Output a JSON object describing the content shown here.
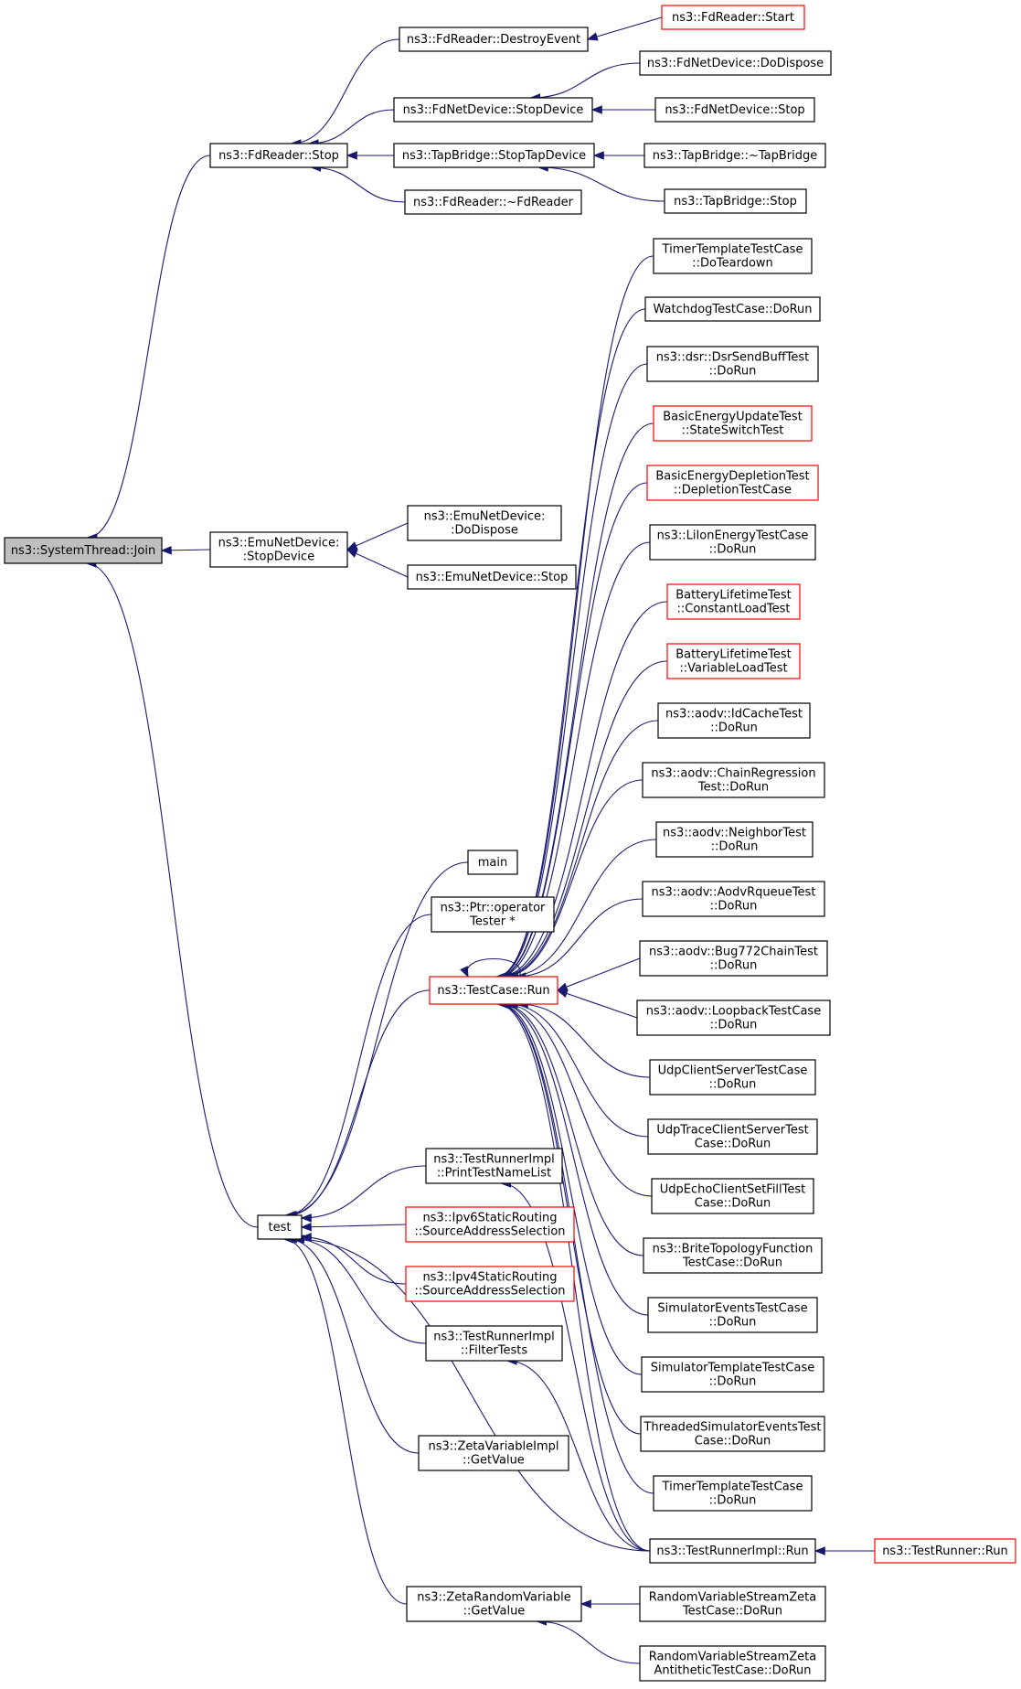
{
  "colors": {
    "edge": "#191970",
    "node_border": "#000000",
    "node_border_incomplete": "#ff0000",
    "focus_fill": "#bfbfbf",
    "node_fill": "#ffffff"
  },
  "nodes": {
    "join": {
      "lines": [
        "ns3::SystemThread::Join"
      ],
      "style": "focus"
    },
    "fdr_stop": {
      "lines": [
        "ns3::FdReader::Stop"
      ],
      "style": "normal"
    },
    "fdr_destroy": {
      "lines": [
        "ns3::FdReader::DestroyEvent"
      ],
      "style": "normal"
    },
    "fdr_start": {
      "lines": [
        "ns3::FdReader::Start"
      ],
      "style": "red"
    },
    "fdnd_stopdev": {
      "lines": [
        "ns3::FdNetDevice::StopDevice"
      ],
      "style": "normal"
    },
    "fdnd_dispose": {
      "lines": [
        "ns3::FdNetDevice::DoDispose"
      ],
      "style": "normal"
    },
    "fdnd_stop": {
      "lines": [
        "ns3::FdNetDevice::Stop"
      ],
      "style": "normal"
    },
    "tb_stopdev": {
      "lines": [
        "ns3::TapBridge::StopTapDevice"
      ],
      "style": "normal"
    },
    "tb_dtor": {
      "lines": [
        "ns3::TapBridge::~TapBridge"
      ],
      "style": "normal"
    },
    "tb_stop": {
      "lines": [
        "ns3::TapBridge::Stop"
      ],
      "style": "normal"
    },
    "fdr_dtor": {
      "lines": [
        "ns3::FdReader::~FdReader"
      ],
      "style": "normal"
    },
    "emu_stopdev": {
      "lines": [
        "ns3::EmuNetDevice:",
        ":StopDevice"
      ],
      "style": "normal"
    },
    "emu_dispose": {
      "lines": [
        "ns3::EmuNetDevice:",
        ":DoDispose"
      ],
      "style": "normal"
    },
    "emu_stop": {
      "lines": [
        "ns3::EmuNetDevice::Stop"
      ],
      "style": "normal"
    },
    "test": {
      "lines": [
        "test"
      ],
      "style": "normal"
    },
    "main": {
      "lines": [
        "main"
      ],
      "style": "normal"
    },
    "ptr_op": {
      "lines": [
        "ns3::Ptr::operator",
        "Tester *"
      ],
      "style": "normal"
    },
    "tc_run": {
      "lines": [
        "ns3::TestCase::Run"
      ],
      "style": "red"
    },
    "tri_print": {
      "lines": [
        "ns3::TestRunnerImpl",
        "::PrintTestNameList"
      ],
      "style": "normal"
    },
    "ipv6_sas": {
      "lines": [
        "ns3::Ipv6StaticRouting",
        "::SourceAddressSelection"
      ],
      "style": "red"
    },
    "ipv4_sas": {
      "lines": [
        "ns3::Ipv4StaticRouting",
        "::SourceAddressSelection"
      ],
      "style": "red"
    },
    "tri_filter": {
      "lines": [
        "ns3::TestRunnerImpl",
        "::FilterTests"
      ],
      "style": "normal"
    },
    "zeta_impl": {
      "lines": [
        "ns3::ZetaVariableImpl",
        "::GetValue"
      ],
      "style": "normal"
    },
    "zeta_rv": {
      "lines": [
        "ns3::ZetaRandomVariable",
        "::GetValue"
      ],
      "style": "normal"
    },
    "timer_teardown": {
      "lines": [
        "TimerTemplateTestCase",
        "::DoTeardown"
      ],
      "style": "normal"
    },
    "watchdog": {
      "lines": [
        "WatchdogTestCase::DoRun"
      ],
      "style": "normal"
    },
    "dsr": {
      "lines": [
        "ns3::dsr::DsrSendBuffTest",
        "::DoRun"
      ],
      "style": "normal"
    },
    "beu": {
      "lines": [
        "BasicEnergyUpdateTest",
        "::StateSwitchTest"
      ],
      "style": "red"
    },
    "bed": {
      "lines": [
        "BasicEnergyDepletionTest",
        "::DepletionTestCase"
      ],
      "style": "red"
    },
    "liion": {
      "lines": [
        "ns3::LiIonEnergyTestCase",
        "::DoRun"
      ],
      "style": "normal"
    },
    "blt_const": {
      "lines": [
        "BatteryLifetimeTest",
        "::ConstantLoadTest"
      ],
      "style": "red"
    },
    "blt_var": {
      "lines": [
        "BatteryLifetimeTest",
        "::VariableLoadTest"
      ],
      "style": "red"
    },
    "aodv_idc": {
      "lines": [
        "ns3::aodv::IdCacheTest",
        "::DoRun"
      ],
      "style": "normal"
    },
    "aodv_chain": {
      "lines": [
        "ns3::aodv::ChainRegression",
        "Test::DoRun"
      ],
      "style": "normal"
    },
    "aodv_nb": {
      "lines": [
        "ns3::aodv::NeighborTest",
        "::DoRun"
      ],
      "style": "normal"
    },
    "aodv_rq": {
      "lines": [
        "ns3::aodv::AodvRqueueTest",
        "::DoRun"
      ],
      "style": "normal"
    },
    "aodv_bug": {
      "lines": [
        "ns3::aodv::Bug772ChainTest",
        "::DoRun"
      ],
      "style": "normal"
    },
    "aodv_loop": {
      "lines": [
        "ns3::aodv::LoopbackTestCase",
        "::DoRun"
      ],
      "style": "normal"
    },
    "udp_cs": {
      "lines": [
        "UdpClientServerTestCase",
        "::DoRun"
      ],
      "style": "normal"
    },
    "udp_trace": {
      "lines": [
        "UdpTraceClientServerTest",
        "Case::DoRun"
      ],
      "style": "normal"
    },
    "udp_echo": {
      "lines": [
        "UdpEchoClientSetFillTest",
        "Case::DoRun"
      ],
      "style": "normal"
    },
    "brite": {
      "lines": [
        "ns3::BriteTopologyFunction",
        "TestCase::DoRun"
      ],
      "style": "normal"
    },
    "sim_events": {
      "lines": [
        "SimulatorEventsTestCase",
        "::DoRun"
      ],
      "style": "normal"
    },
    "sim_template": {
      "lines": [
        "SimulatorTemplateTestCase",
        "::DoRun"
      ],
      "style": "normal"
    },
    "threaded": {
      "lines": [
        "ThreadedSimulatorEventsTest",
        "Case::DoRun"
      ],
      "style": "normal"
    },
    "timer_run": {
      "lines": [
        "TimerTemplateTestCase",
        "::DoRun"
      ],
      "style": "normal"
    },
    "tri_run": {
      "lines": [
        "ns3::TestRunnerImpl::Run"
      ],
      "style": "normal"
    },
    "tr_run": {
      "lines": [
        "ns3::TestRunner::Run"
      ],
      "style": "red"
    },
    "rvs_zeta": {
      "lines": [
        "RandomVariableStreamZeta",
        "TestCase::DoRun"
      ],
      "style": "normal"
    },
    "rvs_zeta_anti": {
      "lines": [
        "RandomVariableStreamZeta",
        "AntitheticTestCase::DoRun"
      ],
      "style": "normal"
    }
  },
  "edges": [
    [
      "fdr_stop",
      "join"
    ],
    [
      "emu_stopdev",
      "join"
    ],
    [
      "test",
      "join"
    ],
    [
      "fdr_destroy",
      "fdr_stop"
    ],
    [
      "fdnd_stopdev",
      "fdr_stop"
    ],
    [
      "tb_stopdev",
      "fdr_stop"
    ],
    [
      "fdr_dtor",
      "fdr_stop"
    ],
    [
      "fdr_start",
      "fdr_destroy"
    ],
    [
      "fdnd_dispose",
      "fdnd_stopdev"
    ],
    [
      "fdnd_stop",
      "fdnd_stopdev"
    ],
    [
      "tb_dtor",
      "tb_stopdev"
    ],
    [
      "tb_stop",
      "tb_stopdev"
    ],
    [
      "emu_dispose",
      "emu_stopdev"
    ],
    [
      "emu_stop",
      "emu_stopdev"
    ],
    [
      "main",
      "test"
    ],
    [
      "ptr_op",
      "test"
    ],
    [
      "tc_run",
      "test"
    ],
    [
      "tri_print",
      "test"
    ],
    [
      "ipv6_sas",
      "test"
    ],
    [
      "ipv4_sas",
      "test"
    ],
    [
      "tri_filter",
      "test"
    ],
    [
      "zeta_impl",
      "test"
    ],
    [
      "zeta_rv",
      "test"
    ],
    [
      "tri_run",
      "test"
    ],
    [
      "tc_run",
      "tc_run"
    ],
    [
      "timer_teardown",
      "tc_run"
    ],
    [
      "watchdog",
      "tc_run"
    ],
    [
      "dsr",
      "tc_run"
    ],
    [
      "beu",
      "tc_run"
    ],
    [
      "bed",
      "tc_run"
    ],
    [
      "liion",
      "tc_run"
    ],
    [
      "blt_const",
      "tc_run"
    ],
    [
      "blt_var",
      "tc_run"
    ],
    [
      "aodv_idc",
      "tc_run"
    ],
    [
      "aodv_chain",
      "tc_run"
    ],
    [
      "aodv_nb",
      "tc_run"
    ],
    [
      "aodv_rq",
      "tc_run"
    ],
    [
      "aodv_bug",
      "tc_run"
    ],
    [
      "aodv_loop",
      "tc_run"
    ],
    [
      "udp_cs",
      "tc_run"
    ],
    [
      "udp_trace",
      "tc_run"
    ],
    [
      "udp_echo",
      "tc_run"
    ],
    [
      "brite",
      "tc_run"
    ],
    [
      "sim_events",
      "tc_run"
    ],
    [
      "sim_template",
      "tc_run"
    ],
    [
      "threaded",
      "tc_run"
    ],
    [
      "timer_run",
      "tc_run"
    ],
    [
      "tri_run",
      "tc_run"
    ],
    [
      "tri_run",
      "tri_print"
    ],
    [
      "tri_run",
      "tri_filter"
    ],
    [
      "tr_run",
      "tri_run"
    ],
    [
      "rvs_zeta",
      "zeta_rv"
    ],
    [
      "rvs_zeta_anti",
      "zeta_rv"
    ]
  ]
}
